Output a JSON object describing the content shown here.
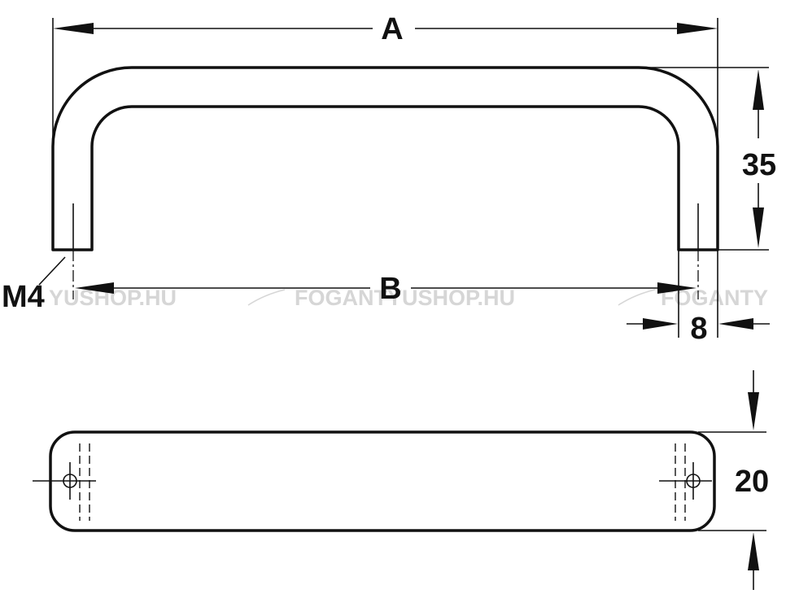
{
  "dimensions": {
    "overall_length": "A",
    "hole_spacing": "B",
    "height": "35",
    "leg_width": "8",
    "depth": "20",
    "thread": "M4"
  },
  "watermark": {
    "left": "YUSHOP.HU",
    "center": "FOGANTYUSHOP.HU",
    "right": "FOGANTY"
  },
  "colors": {
    "line": "#111111",
    "background": "#ffffff",
    "watermark": "#d6d6d6"
  }
}
